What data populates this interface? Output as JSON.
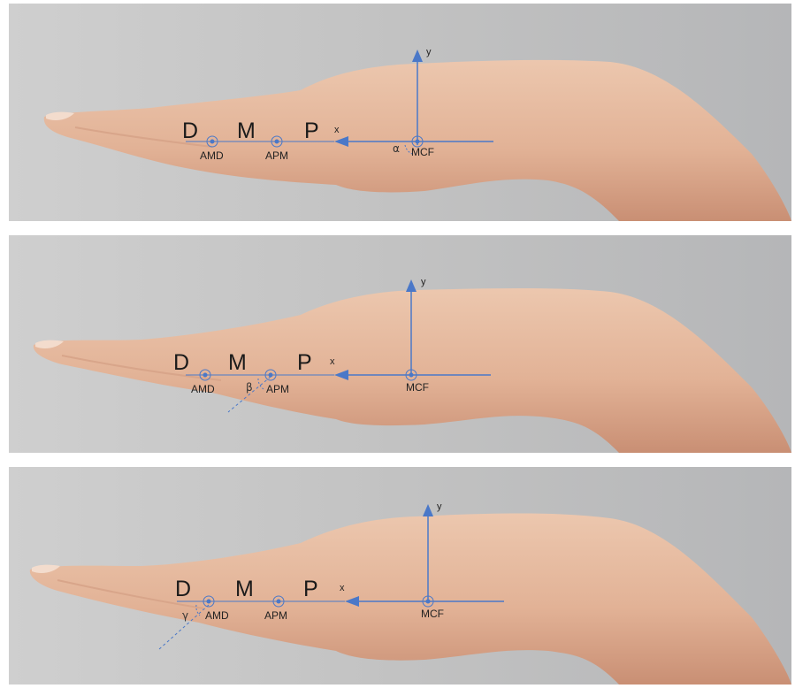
{
  "panels": [
    {
      "phalanx_labels": [
        "D",
        "M",
        "P"
      ],
      "point_labels": {
        "amd": "AMD",
        "apm": "APM",
        "mcf": "MCF"
      },
      "axis_labels": {
        "x": "x",
        "y": "y"
      },
      "angle_label": "α"
    },
    {
      "phalanx_labels": [
        "D",
        "M",
        "P"
      ],
      "point_labels": {
        "amd": "AMD",
        "apm": "APM",
        "mcf": "MCF"
      },
      "axis_labels": {
        "x": "x",
        "y": "y"
      },
      "angle_label": "β"
    },
    {
      "phalanx_labels": [
        "D",
        "M",
        "P"
      ],
      "point_labels": {
        "amd": "AMD",
        "apm": "APM",
        "mcf": "MCF"
      },
      "axis_labels": {
        "x": "x",
        "y": "y"
      },
      "angle_label": "γ"
    }
  ],
  "colors": {
    "axis": "#4a78c8",
    "skin": "#e3b49a",
    "background": "#c7c7c7"
  }
}
